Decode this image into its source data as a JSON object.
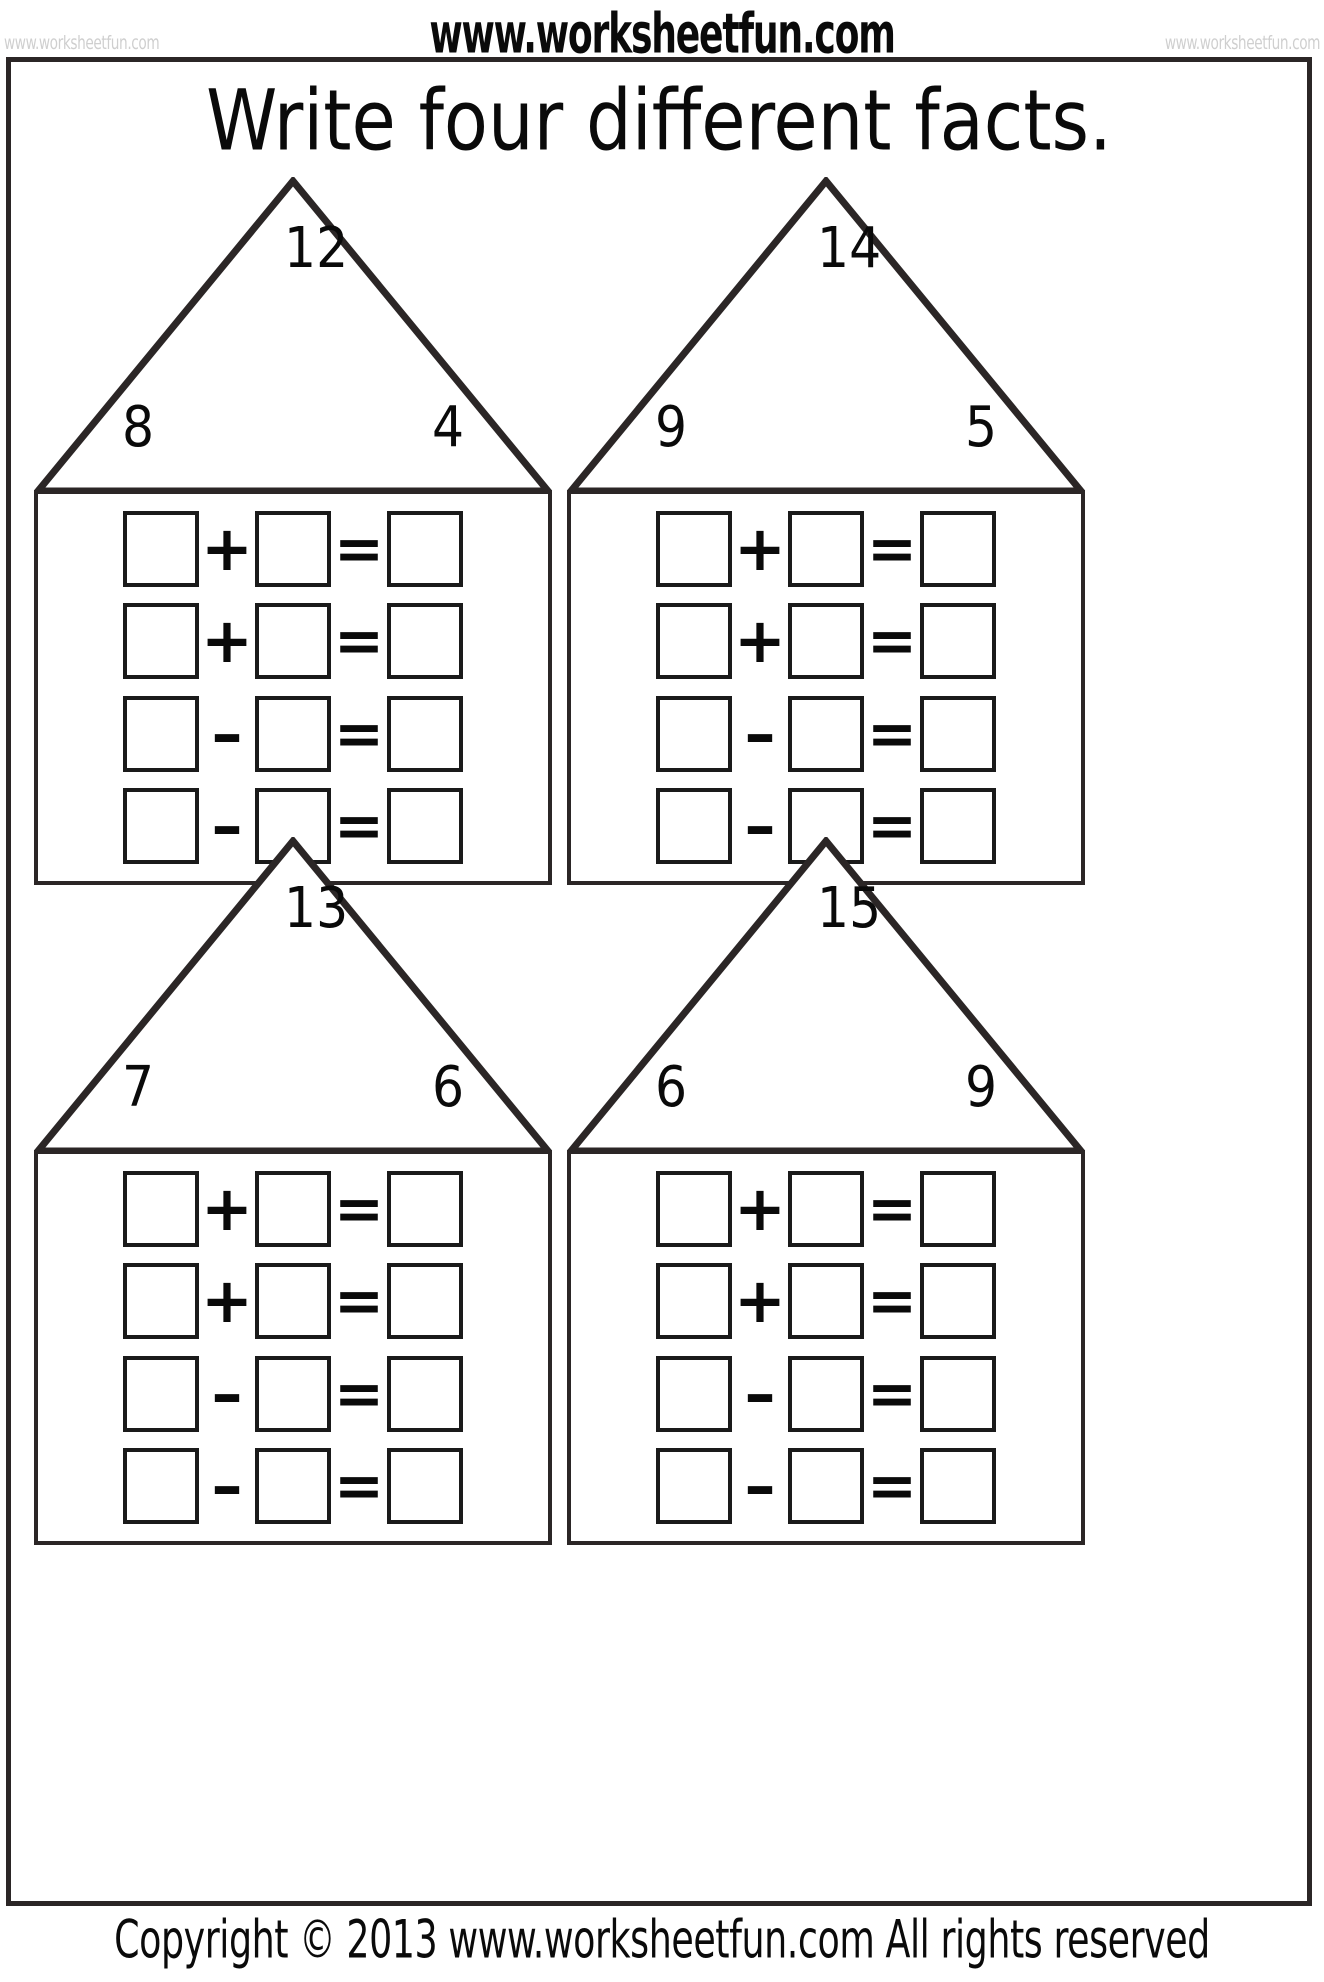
{
  "watermark": {
    "left": "www.worksheetfun.com",
    "center": "www.worksheetfun.com",
    "right": "www.worksheetfun.com"
  },
  "title": "Write four different facts.",
  "footer": "Copyright © 2013 www.worksheetfun.com All rights reserved",
  "operators": {
    "plus": "+",
    "minus": "–",
    "equals": "="
  },
  "houses": [
    {
      "id": "house-1",
      "position": "top-left",
      "sum": "12",
      "addend_left": "8",
      "addend_right": "4",
      "rows": [
        {
          "op": "+",
          "eq": "="
        },
        {
          "op": "+",
          "eq": "="
        },
        {
          "op": "–",
          "eq": "="
        },
        {
          "op": "–",
          "eq": "="
        }
      ]
    },
    {
      "id": "house-2",
      "position": "top-right",
      "sum": "14",
      "addend_left": "9",
      "addend_right": "5",
      "rows": [
        {
          "op": "+",
          "eq": "="
        },
        {
          "op": "+",
          "eq": "="
        },
        {
          "op": "–",
          "eq": "="
        },
        {
          "op": "–",
          "eq": "="
        }
      ]
    },
    {
      "id": "house-3",
      "position": "bottom-left",
      "sum": "13",
      "addend_left": "7",
      "addend_right": "6",
      "rows": [
        {
          "op": "+",
          "eq": "="
        },
        {
          "op": "+",
          "eq": "="
        },
        {
          "op": "–",
          "eq": "="
        },
        {
          "op": "–",
          "eq": "="
        }
      ]
    },
    {
      "id": "house-4",
      "position": "bottom-right",
      "sum": "15",
      "addend_left": "6",
      "addend_right": "9",
      "rows": [
        {
          "op": "+",
          "eq": "="
        },
        {
          "op": "+",
          "eq": "="
        },
        {
          "op": "–",
          "eq": "="
        },
        {
          "op": "–",
          "eq": "="
        }
      ]
    }
  ]
}
